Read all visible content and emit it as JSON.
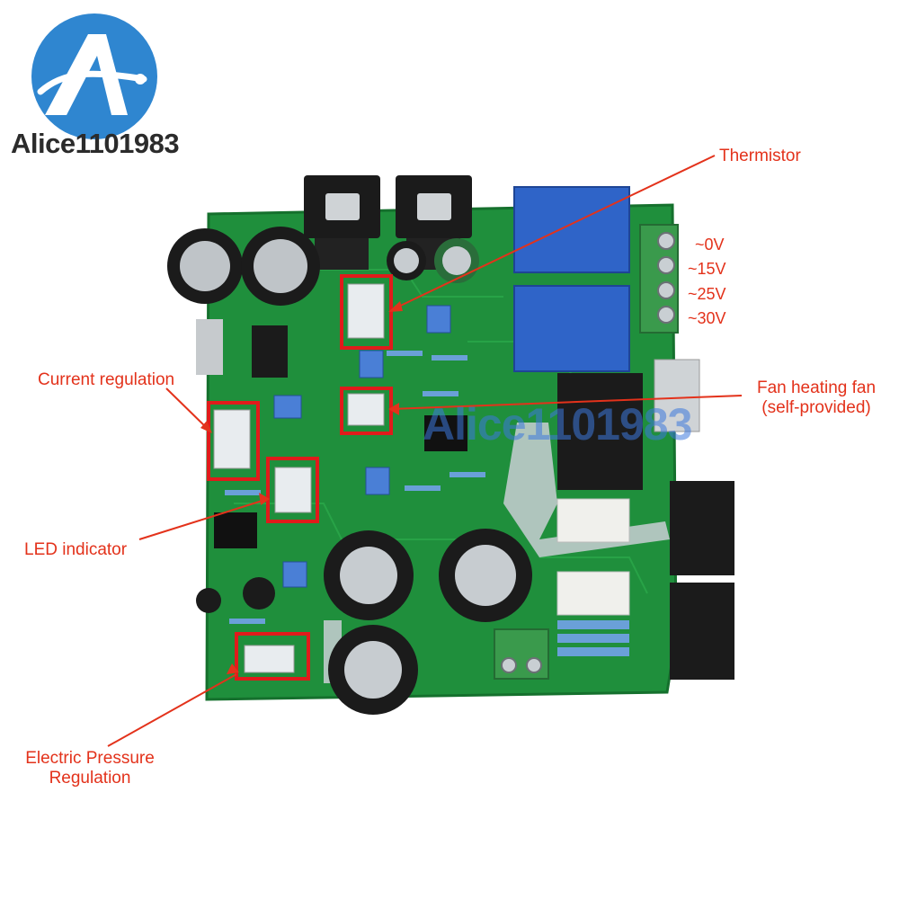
{
  "brand": {
    "name": "Alice1101983",
    "watermark": "Alice1101983"
  },
  "colors": {
    "brand_blue": "#2f86d0",
    "callout_red": "#e3321b",
    "pcb_green": "#1f8f3c",
    "relay_blue": "#2f64c8"
  },
  "callouts": {
    "thermistor": "Thermistor",
    "current_regulation": "Current regulation",
    "fan_line1": "Fan heating fan",
    "fan_line2": "(self-provided)",
    "led_indicator": "LED indicator",
    "pressure_line1": "Electric Pressure",
    "pressure_line2": "Regulation"
  },
  "terminals": [
    "~0V",
    "~15V",
    "~25V",
    "~30V"
  ]
}
